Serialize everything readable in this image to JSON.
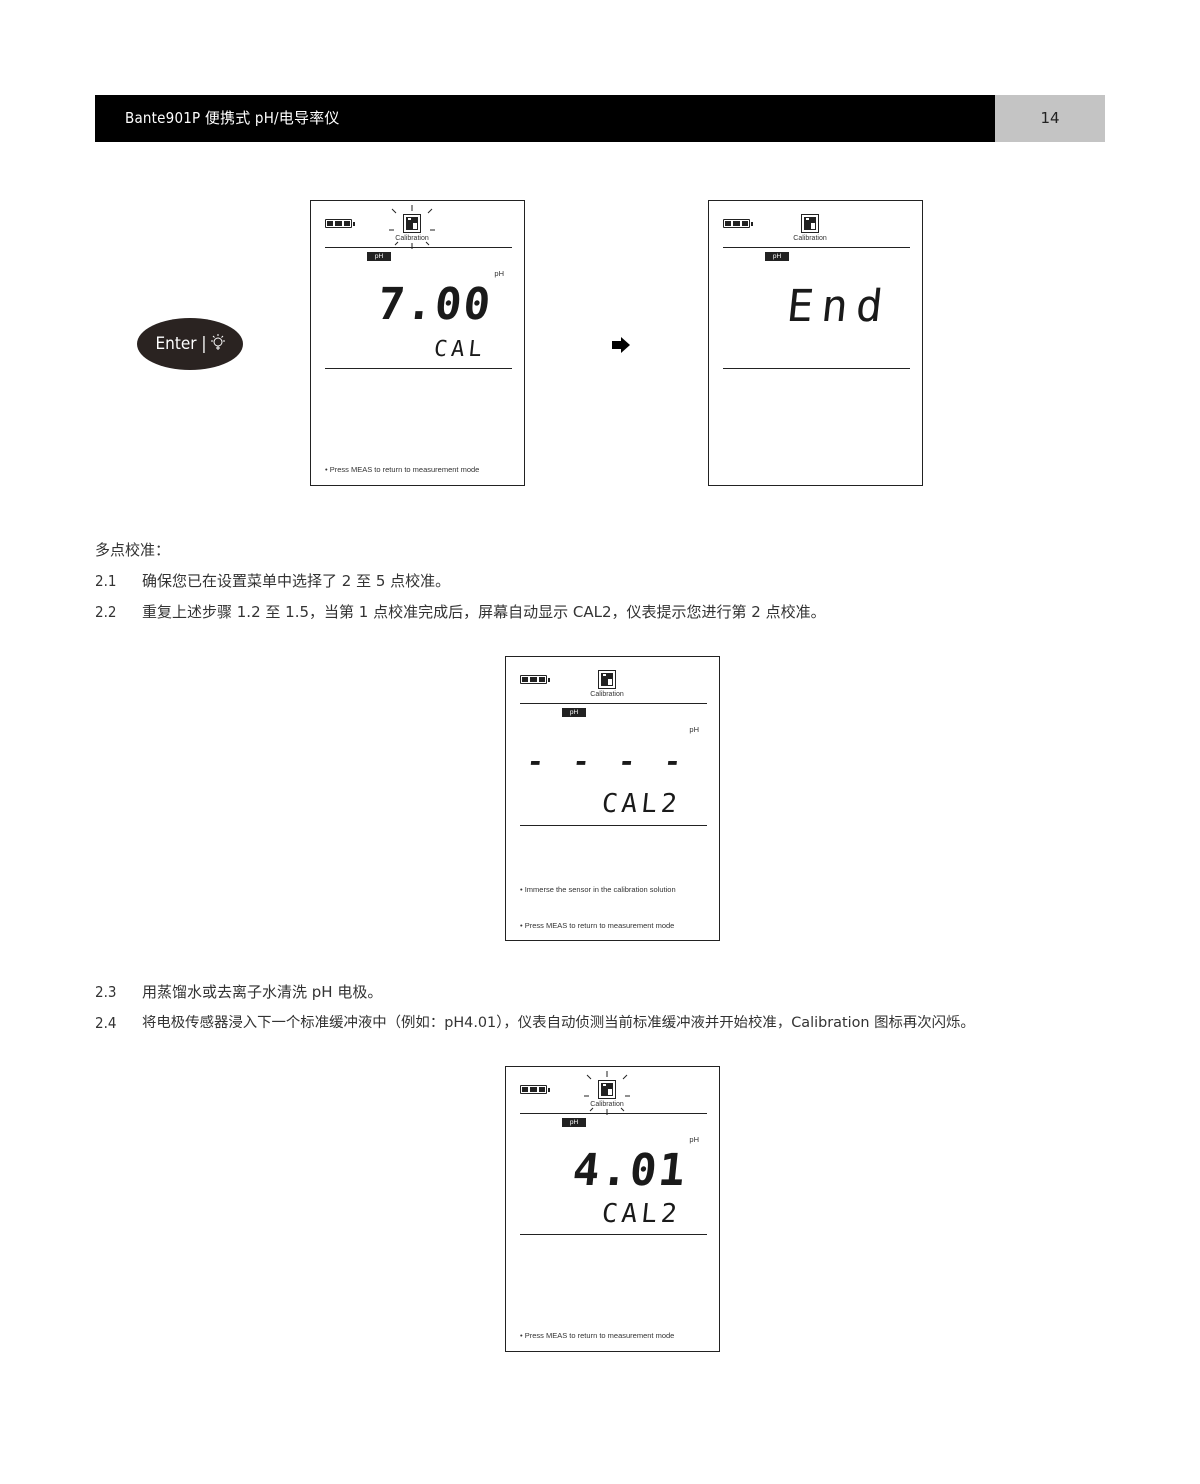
{
  "header": {
    "title": "Bante901P 便携式 pH/电导率仪",
    "page_number": "14"
  },
  "enter_button": {
    "label": "Enter |",
    "icon": "backlight-bulb-icon",
    "icon_glyph": "💡"
  },
  "arrow_icon": "right-arrow-icon",
  "screens": [
    {
      "id": "screen-1",
      "calibration_label": "Calibration",
      "calibration_blinking": true,
      "mode_tag": "pH",
      "unit": "pH",
      "reading": "7.00",
      "sub_display": "CAL",
      "hints": [
        "• Press MEAS to return to measurement mode"
      ]
    },
    {
      "id": "screen-2",
      "calibration_label": "Calibration",
      "calibration_blinking": false,
      "mode_tag": "pH",
      "unit": "",
      "reading": "End",
      "sub_display": "",
      "hints": []
    },
    {
      "id": "screen-3",
      "calibration_label": "Calibration",
      "calibration_blinking": false,
      "mode_tag": "pH",
      "unit": "pH",
      "reading": "- - - -",
      "sub_display": "CAL2",
      "hints": [
        "• Immerse the sensor in the calibration solution",
        "• Press MEAS to return to measurement mode"
      ]
    },
    {
      "id": "screen-4",
      "calibration_label": "Calibration",
      "calibration_blinking": true,
      "mode_tag": "pH",
      "unit": "pH",
      "reading": "4.01",
      "sub_display": "CAL2",
      "hints": [
        "• Press MEAS to return to measurement mode"
      ]
    }
  ],
  "section": {
    "heading": "多点校准：",
    "steps": [
      {
        "num": "2.1",
        "text": "确保您已在设置菜单中选择了 2 至 5 点校准。"
      },
      {
        "num": "2.2",
        "text": "重复上述步骤 1.2 至 1.5，当第 1 点校准完成后，屏幕自动显示 CAL2，仪表提示您进行第 2 点校准。"
      },
      {
        "num": "2.3",
        "text": "用蒸馏水或去离子水清洗 pH 电极。"
      },
      {
        "num": "2.4",
        "text": "将电极传感器浸入下一个标准缓冲液中（例如：pH4.01），仪表自动侦测当前标准缓冲液并开始校准，Calibration 图标再次闪烁。"
      }
    ]
  }
}
